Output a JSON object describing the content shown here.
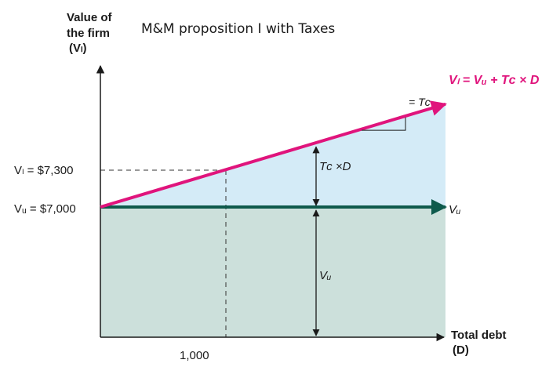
{
  "title": "M&M proposition I with Taxes",
  "y_axis_label": {
    "line1": "Value of",
    "line2": "the firm",
    "line3": "(Vₗ)"
  },
  "x_axis_label": {
    "line1": "Total debt",
    "line2": "(D)"
  },
  "tick_labels": {
    "vl": "Vₗ = $7,300",
    "vu": "Vᵤ = $7,000",
    "x": "1,000"
  },
  "annotations": {
    "vl_line": "Vₗ = Vᵤ + Tᴄ × D",
    "vu_line": "Vᵤ",
    "slope": "= Tᴄ",
    "tax_shield": "Tᴄ ×D",
    "vu_region": "Vᵤ"
  },
  "colors": {
    "vl_line": "#e0147c",
    "vu_line": "#0e5a4c",
    "tax_shield_fill": "#d4ebf7",
    "vu_fill": "#cce0db",
    "axis": "#1a1a1a"
  },
  "chart_data": {
    "type": "line",
    "title": "M&M proposition I with Taxes",
    "xlabel": "Total debt (D)",
    "ylabel": "Value of the firm (VL)",
    "x_ticks": [
      1000
    ],
    "y_ticks": [
      7000,
      7300
    ],
    "series": [
      {
        "name": "VL = VU + TC × D",
        "x": [
          0,
          1000,
          2750
        ],
        "values": [
          7000,
          7300,
          7825
        ]
      },
      {
        "name": "VU",
        "x": [
          0,
          2750
        ],
        "values": [
          7000,
          7000
        ]
      }
    ],
    "tax_rate_implied": 0.3,
    "grid": false
  }
}
